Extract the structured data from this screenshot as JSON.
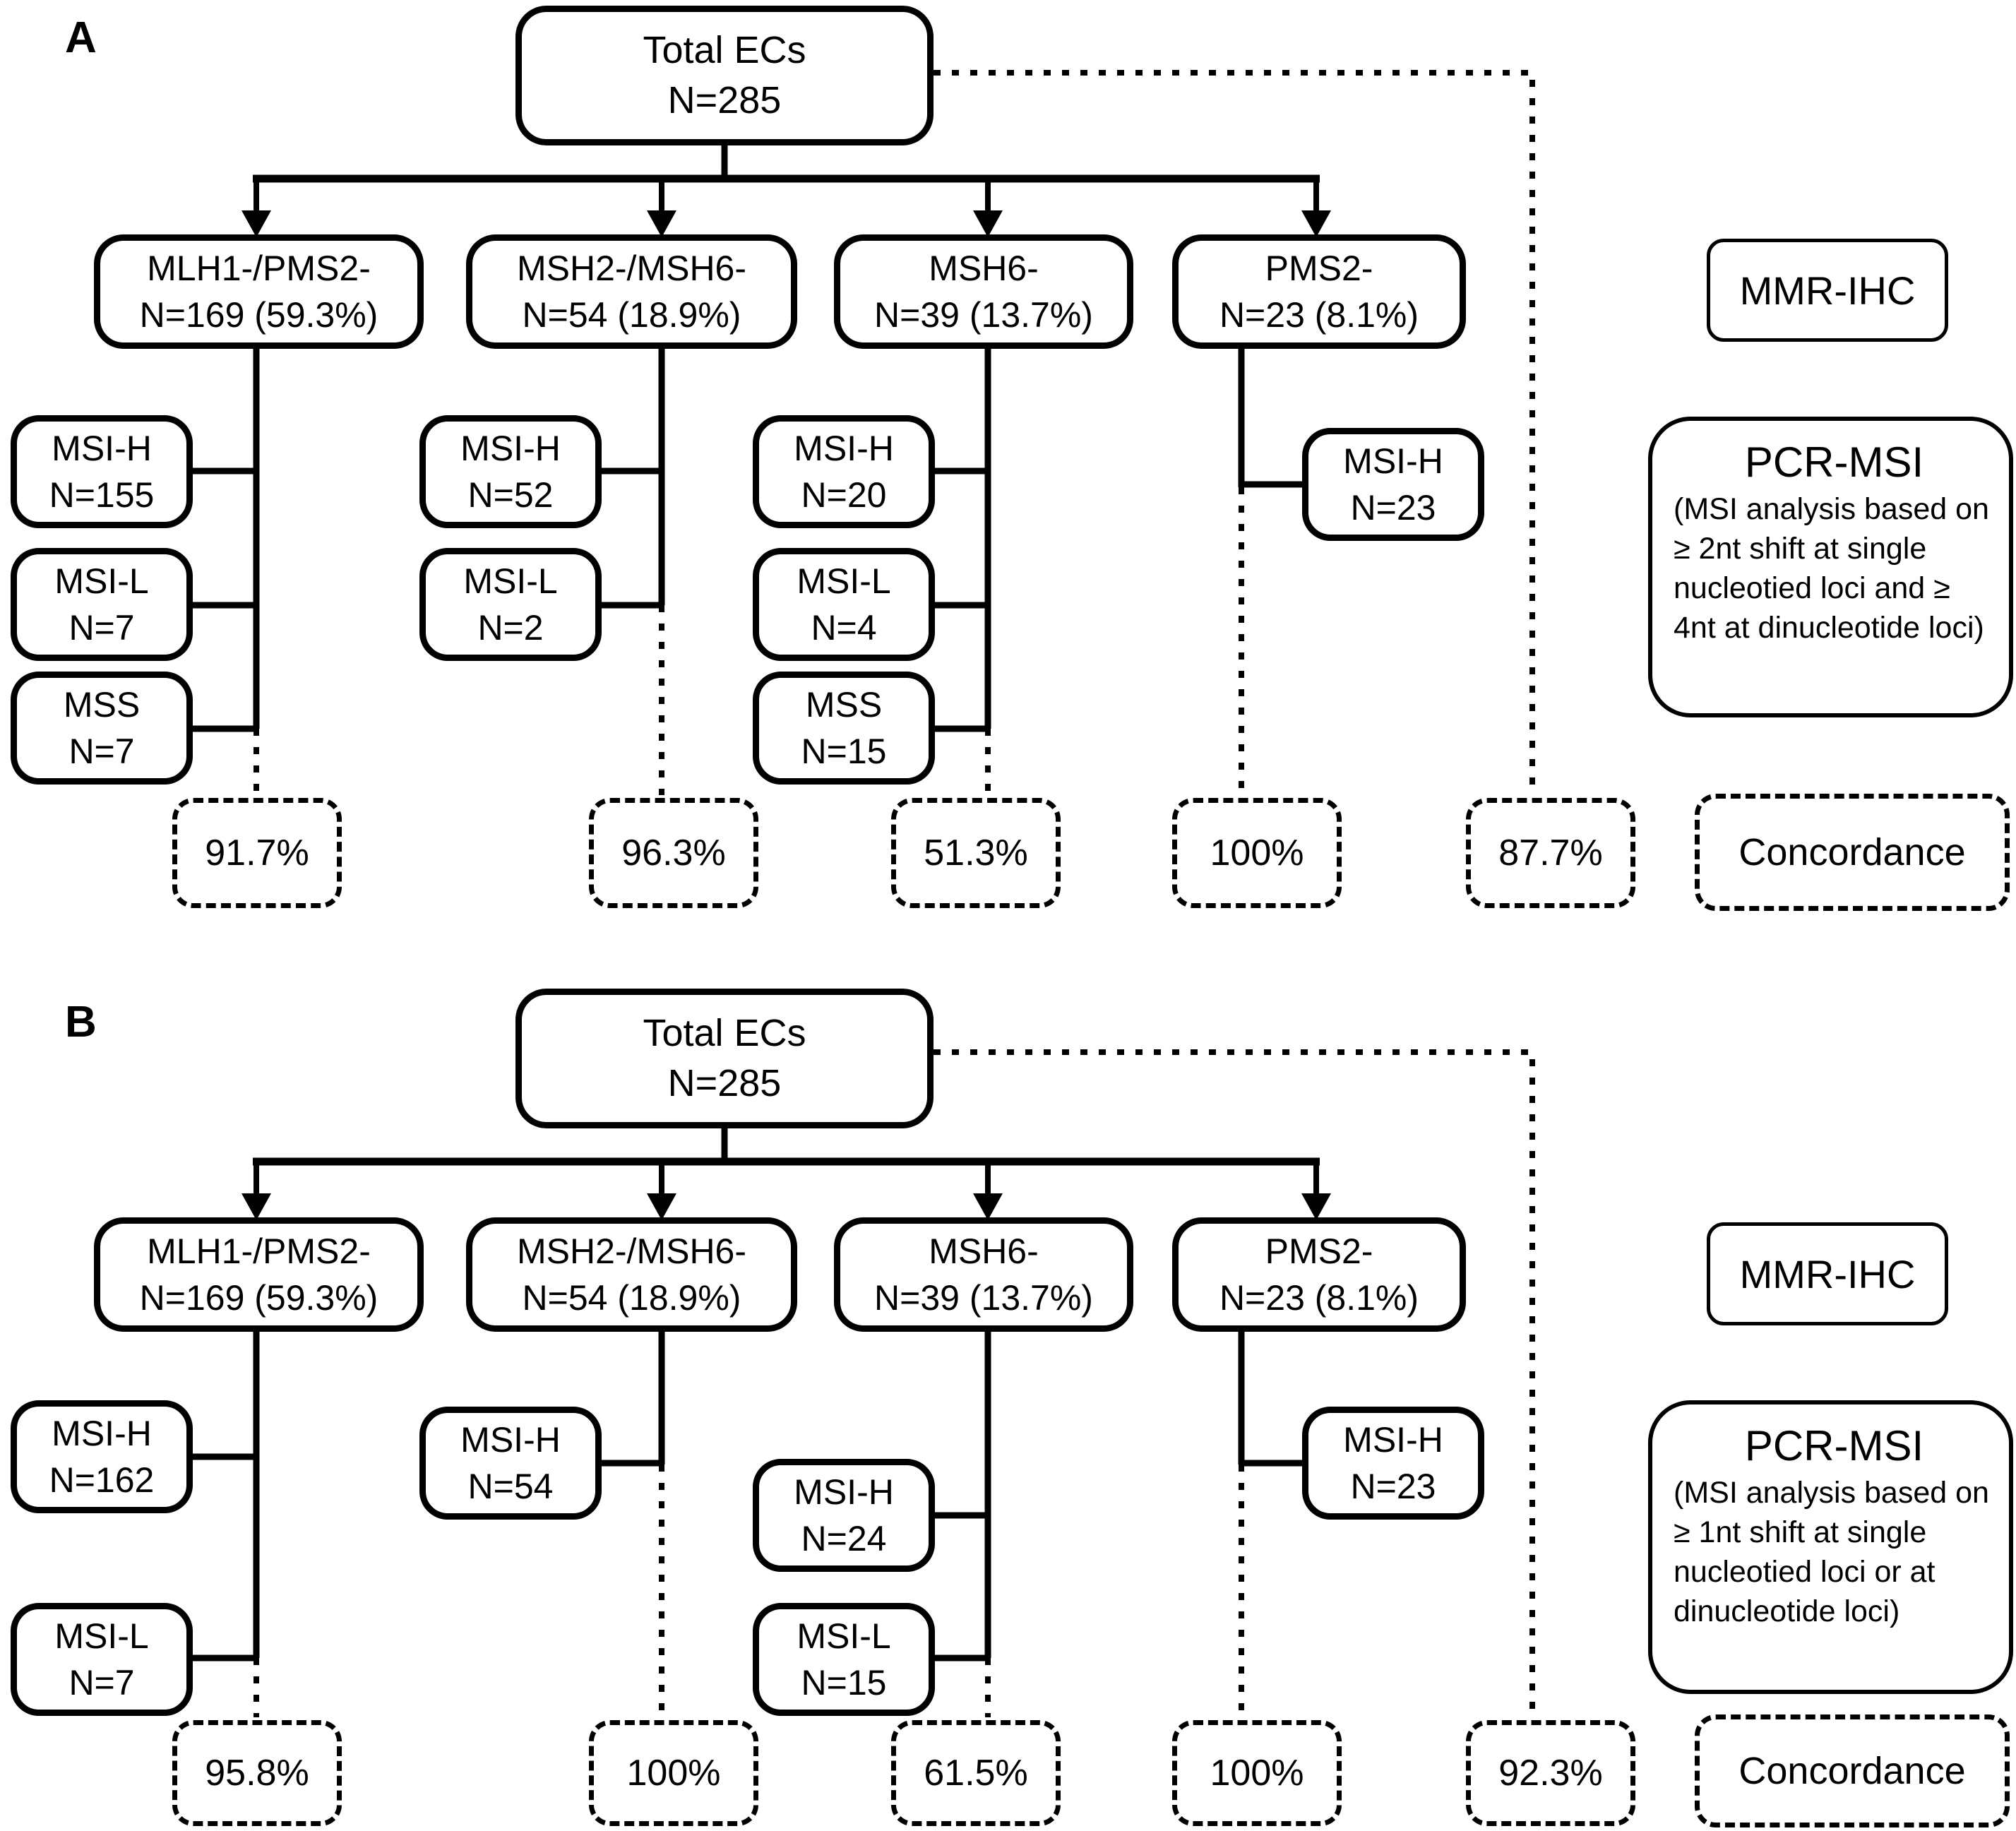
{
  "panels": [
    {
      "label": "A",
      "root": {
        "line1": "Total ECs",
        "line2": "N=285"
      },
      "mmr_ihc": "MMR-IHC",
      "pcr_msi_title": "PCR-MSI",
      "pcr_msi_note": "(MSI analysis based on ≥ 2nt shift at single nucleotied loci and ≥ 4nt at dinucleotide loci)",
      "concordance_label": "Concordance",
      "overall_concordance": "87.7%",
      "categories": [
        {
          "name": "MLH1-/PMS2-",
          "n": "N=169 (59.3%)",
          "concordance": "91.7%",
          "children": [
            {
              "grade": "MSI-H",
              "n": "N=155"
            },
            {
              "grade": "MSI-L",
              "n": "N=7"
            },
            {
              "grade": "MSS",
              "n": "N=7"
            }
          ]
        },
        {
          "name": "MSH2-/MSH6-",
          "n": "N=54 (18.9%)",
          "concordance": "96.3%",
          "children": [
            {
              "grade": "MSI-H",
              "n": "N=52"
            },
            {
              "grade": "MSI-L",
              "n": "N=2"
            }
          ]
        },
        {
          "name": "MSH6-",
          "n": "N=39 (13.7%)",
          "concordance": "51.3%",
          "children": [
            {
              "grade": "MSI-H",
              "n": "N=20"
            },
            {
              "grade": "MSI-L",
              "n": "N=4"
            },
            {
              "grade": "MSS",
              "n": "N=15"
            }
          ]
        },
        {
          "name": "PMS2-",
          "n": "N=23 (8.1%)",
          "concordance": "100%",
          "children": [
            {
              "grade": "MSI-H",
              "n": "N=23"
            }
          ]
        }
      ]
    },
    {
      "label": "B",
      "root": {
        "line1": "Total ECs",
        "line2": "N=285"
      },
      "mmr_ihc": "MMR-IHC",
      "pcr_msi_title": "PCR-MSI",
      "pcr_msi_note": "(MSI analysis based on ≥ 1nt shift at single nucleotied loci or at dinucleotide loci)",
      "concordance_label": "Concordance",
      "overall_concordance": "92.3%",
      "categories": [
        {
          "name": "MLH1-/PMS2-",
          "n": "N=169 (59.3%)",
          "concordance": "95.8%",
          "children": [
            {
              "grade": "MSI-H",
              "n": "N=162"
            },
            {
              "grade": "MSI-L",
              "n": "N=7"
            }
          ]
        },
        {
          "name": "MSH2-/MSH6-",
          "n": "N=54 (18.9%)",
          "concordance": "100%",
          "children": [
            {
              "grade": "MSI-H",
              "n": "N=54"
            }
          ]
        },
        {
          "name": "MSH6-",
          "n": "N=39 (13.7%)",
          "concordance": "61.5%",
          "children": [
            {
              "grade": "MSI-H",
              "n": "N=24"
            },
            {
              "grade": "MSI-L",
              "n": "N=15"
            }
          ]
        },
        {
          "name": "PMS2-",
          "n": "N=23 (8.1%)",
          "concordance": "100%",
          "children": [
            {
              "grade": "MSI-H",
              "n": "N=23"
            }
          ]
        }
      ]
    }
  ]
}
